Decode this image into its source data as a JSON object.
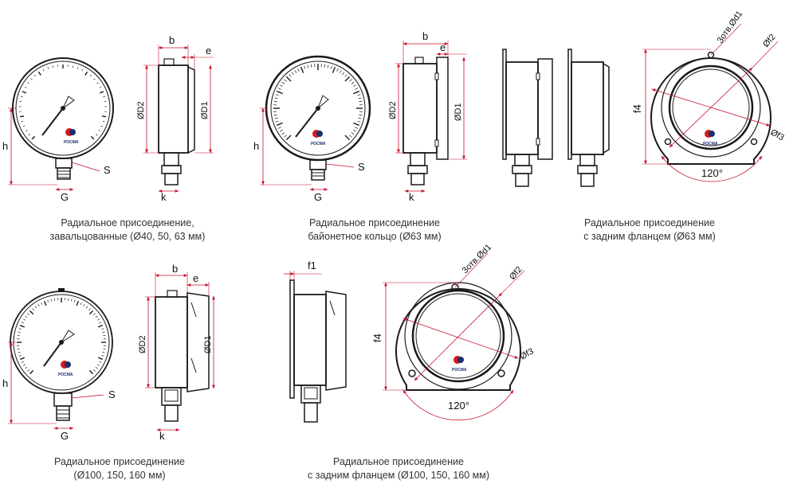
{
  "colors": {
    "outline": "#1a1a1a",
    "dimension": "#c8102e",
    "accent_red": "#d71920",
    "accent_blue": "#1a2e6e"
  },
  "labels": {
    "b": "b",
    "e": "e",
    "h": "h",
    "G": "G",
    "S": "S",
    "k": "k",
    "D1": "ØD1",
    "D2": "ØD2",
    "f1": "f1",
    "f2": "Øf2",
    "f3": "Øf3",
    "f4": "f4",
    "d1": "3отв.Ød1",
    "angle": "120°"
  },
  "logo": "РОСМА",
  "captions": [
    {
      "line1": "Радиальное присоединение,",
      "line2": "завальцованные (Ø40, 50, 63 мм)"
    },
    {
      "line1": "Радиальное присоединение",
      "line2": "байонетное кольцо (Ø63 мм)"
    },
    {
      "line1": "Радиальное присоединение",
      "line2": "с  задним фланцем (Ø63 мм)"
    },
    {
      "line1": "Радиальное присоединение",
      "line2": "(Ø100, 150, 160 мм)"
    },
    {
      "line1": "Радиальное присоединение",
      "line2": "с задним фланцем (Ø100, 150, 160 мм)"
    }
  ]
}
